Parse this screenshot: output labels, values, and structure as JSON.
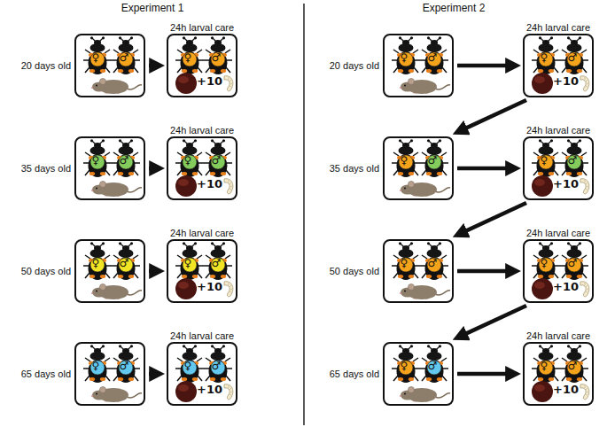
{
  "diagram": {
    "nodes": [
      {
        "text": [
          "20 days old",
          "♀",
          "♂"
        ]
      },
      {
        "text": [
          "24h larval care",
          "♀",
          "♂",
          "+10"
        ]
      },
      {
        "text": [
          "35 days old",
          "♀",
          "♂"
        ]
      },
      {
        "text": [
          "24h larval care",
          "♀",
          "♂",
          "+10"
        ]
      },
      {
        "text": [
          "50 days old",
          "♀",
          "♂"
        ]
      },
      {
        "text": [
          "24h larval care",
          "♀",
          "♂",
          "+10"
        ]
      },
      {
        "text": [
          "65 days old",
          "♀",
          "♂"
        ]
      },
      {
        "text": [
          "24h larval care",
          "♀",
          "♂",
          "+10"
        ]
      },
      {
        "text": [
          "20 days old",
          "♀",
          "♂"
        ]
      },
      {
        "text": [
          "24h larval care",
          "♀",
          "♂",
          "+10"
        ]
      },
      {
        "text": [
          "35 days old",
          "♀",
          "♂"
        ]
      },
      {
        "text": [
          "24h larval care",
          "♀",
          "♂",
          "+10"
        ]
      },
      {
        "text": [
          "50 days old",
          "♀",
          "♂"
        ]
      },
      {
        "text": [
          "24h larval care",
          "♀",
          "♂",
          "+10"
        ]
      },
      {
        "text": [
          "65 days old",
          "♀",
          "♂"
        ]
      },
      {
        "text": [
          "24h larval care",
          "♀",
          "♂",
          "+10"
        ]
      }
    ],
    "edges": [
      {
        "from": 0,
        "to": 1,
        "arrow": "to"
      },
      {
        "from": 2,
        "to": 3,
        "arrow": "to"
      },
      {
        "from": 4,
        "to": 5,
        "arrow": "to"
      },
      {
        "from": 6,
        "to": 7,
        "arrow": "to"
      },
      {
        "from": 8,
        "to": 9,
        "arrow": "to"
      },
      {
        "from": 9,
        "to": 10,
        "arrow": "to"
      },
      {
        "from": 10,
        "to": 11,
        "arrow": "to"
      },
      {
        "from": 11,
        "to": 12,
        "arrow": "to"
      },
      {
        "from": 12,
        "to": 13,
        "arrow": "to"
      },
      {
        "from": 13,
        "to": 14,
        "arrow": "to"
      },
      {
        "from": 14,
        "to": 15,
        "arrow": "to"
      }
    ],
    "labels": [
      "Experiment 1",
      "Experiment 2"
    ]
  }
}
